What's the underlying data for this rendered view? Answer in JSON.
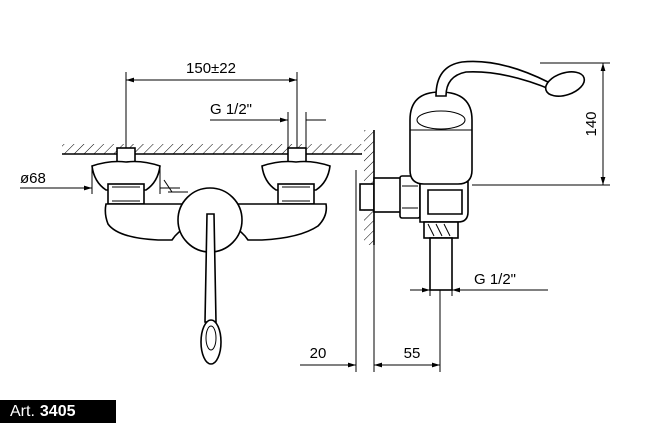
{
  "dimensions": {
    "center_distance": "150±22",
    "thread_top": "G 1/2\"",
    "flange_diameter": "ø68",
    "height": "140",
    "wall_gap": "20",
    "projection": "55",
    "thread_outlet": "G 1/2\""
  },
  "article": {
    "prefix": "Art.",
    "number": "3405"
  }
}
